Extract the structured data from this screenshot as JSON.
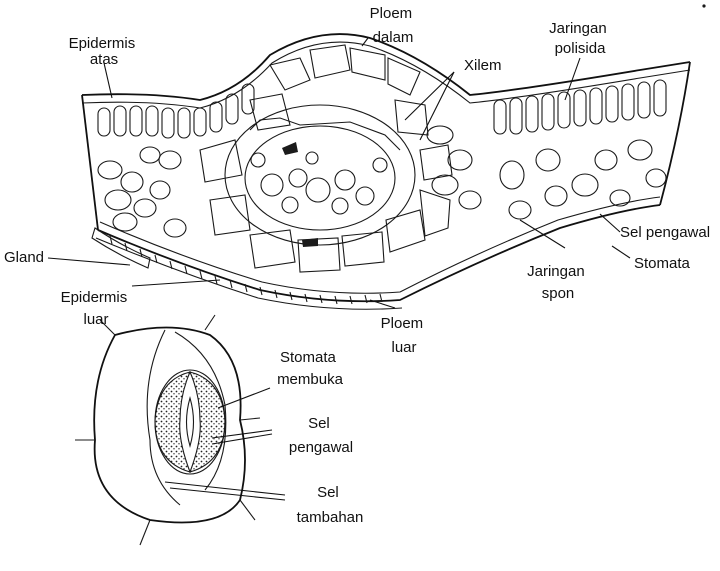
{
  "labels": {
    "epidermis_atas": [
      "Epidermis",
      "atas"
    ],
    "ploem_dalam": [
      "Ploem",
      "dalam"
    ],
    "xilem": "Xilem",
    "jaringan_polisida": [
      "Jaringan",
      "polisida"
    ],
    "gland": "Gland",
    "sel_pengawal_top": "Sel pengawal",
    "stomata": "Stomata",
    "jaringan_spon": [
      "Jaringan",
      "spon"
    ],
    "epidermis_luar": [
      "Epidermis",
      "luar"
    ],
    "ploem_luar": [
      "Ploem",
      "luar"
    ],
    "stomata_membuka": [
      "Stomata",
      "membuka"
    ],
    "sel_pengawal_bottom": [
      "Sel",
      "pengawal"
    ],
    "sel_tambahan": [
      "Sel",
      "tambahan"
    ]
  }
}
